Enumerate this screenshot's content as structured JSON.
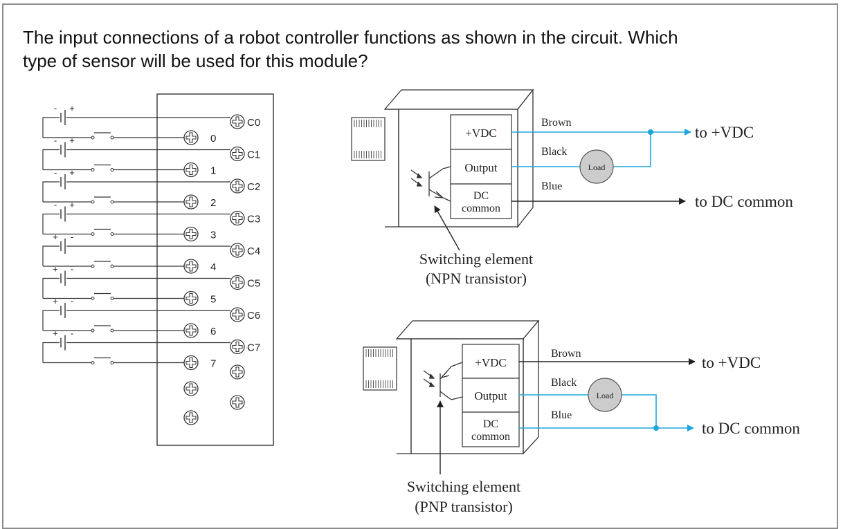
{
  "question": {
    "text_line1": "The input connections of a robot controller functions as shown in the circuit.  Which",
    "text_line2": "type of sensor will be used for this module?"
  },
  "terminal_block": {
    "common_labels": [
      "C0",
      "C1",
      "C2",
      "C3",
      "C4",
      "C5",
      "C6",
      "C7"
    ],
    "input_labels": [
      "0",
      "1",
      "2",
      "3",
      "4",
      "5",
      "6",
      "7"
    ],
    "battery_signs": [
      {
        "left": "-",
        "right": "+"
      },
      {
        "left": "-",
        "right": "+"
      },
      {
        "left": "-",
        "right": "+"
      },
      {
        "left": "-",
        "right": "+"
      },
      {
        "left": "+",
        "right": "-"
      },
      {
        "left": "+",
        "right": "-"
      },
      {
        "left": "+",
        "right": "-"
      },
      {
        "left": "+",
        "right": "-"
      }
    ]
  },
  "npn_sensor": {
    "terminals": [
      "+VDC",
      "Output",
      "DC",
      "common"
    ],
    "wires": [
      "Brown",
      "Black",
      "Blue"
    ],
    "load": "Load",
    "to_vdc": "to +VDC",
    "to_common": "to DC common",
    "caption_line1": "Switching element",
    "caption_line2": "(NPN transistor)"
  },
  "pnp_sensor": {
    "terminals": [
      "+VDC",
      "Output",
      "DC",
      "common"
    ],
    "wires": [
      "Brown",
      "Black",
      "Blue"
    ],
    "load": "Load",
    "to_vdc": "to +VDC",
    "to_common": "to DC common",
    "caption_line1": "Switching element",
    "caption_line2": "(PNP transistor)"
  },
  "colors": {
    "wire_blue": "#1fa6de",
    "line": "#333333",
    "load_fill": "#cccccc"
  }
}
